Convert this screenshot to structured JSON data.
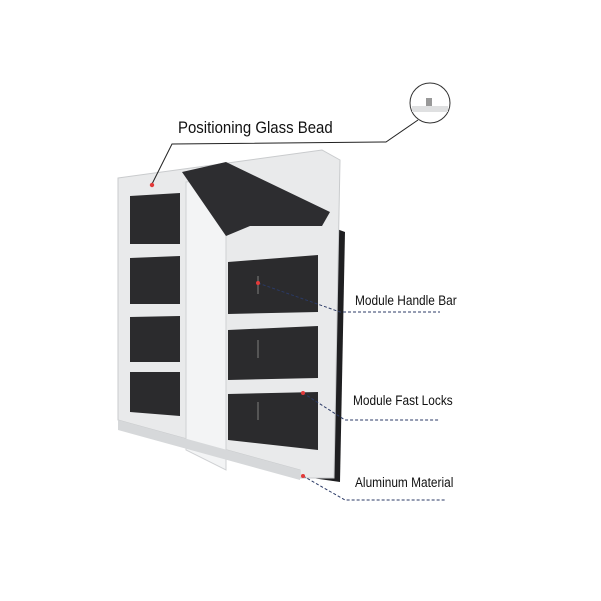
{
  "title": "Positioning Glass Bead",
  "callouts": [
    {
      "label": "Module Handle Bar"
    },
    {
      "label": "Module Fast Locks"
    },
    {
      "label": "Aluminum Material"
    }
  ],
  "colors": {
    "frame": "#e8e9ea",
    "module": "#2a2a2c",
    "leader": "#2b3a66",
    "marker": "#e23a3a"
  }
}
